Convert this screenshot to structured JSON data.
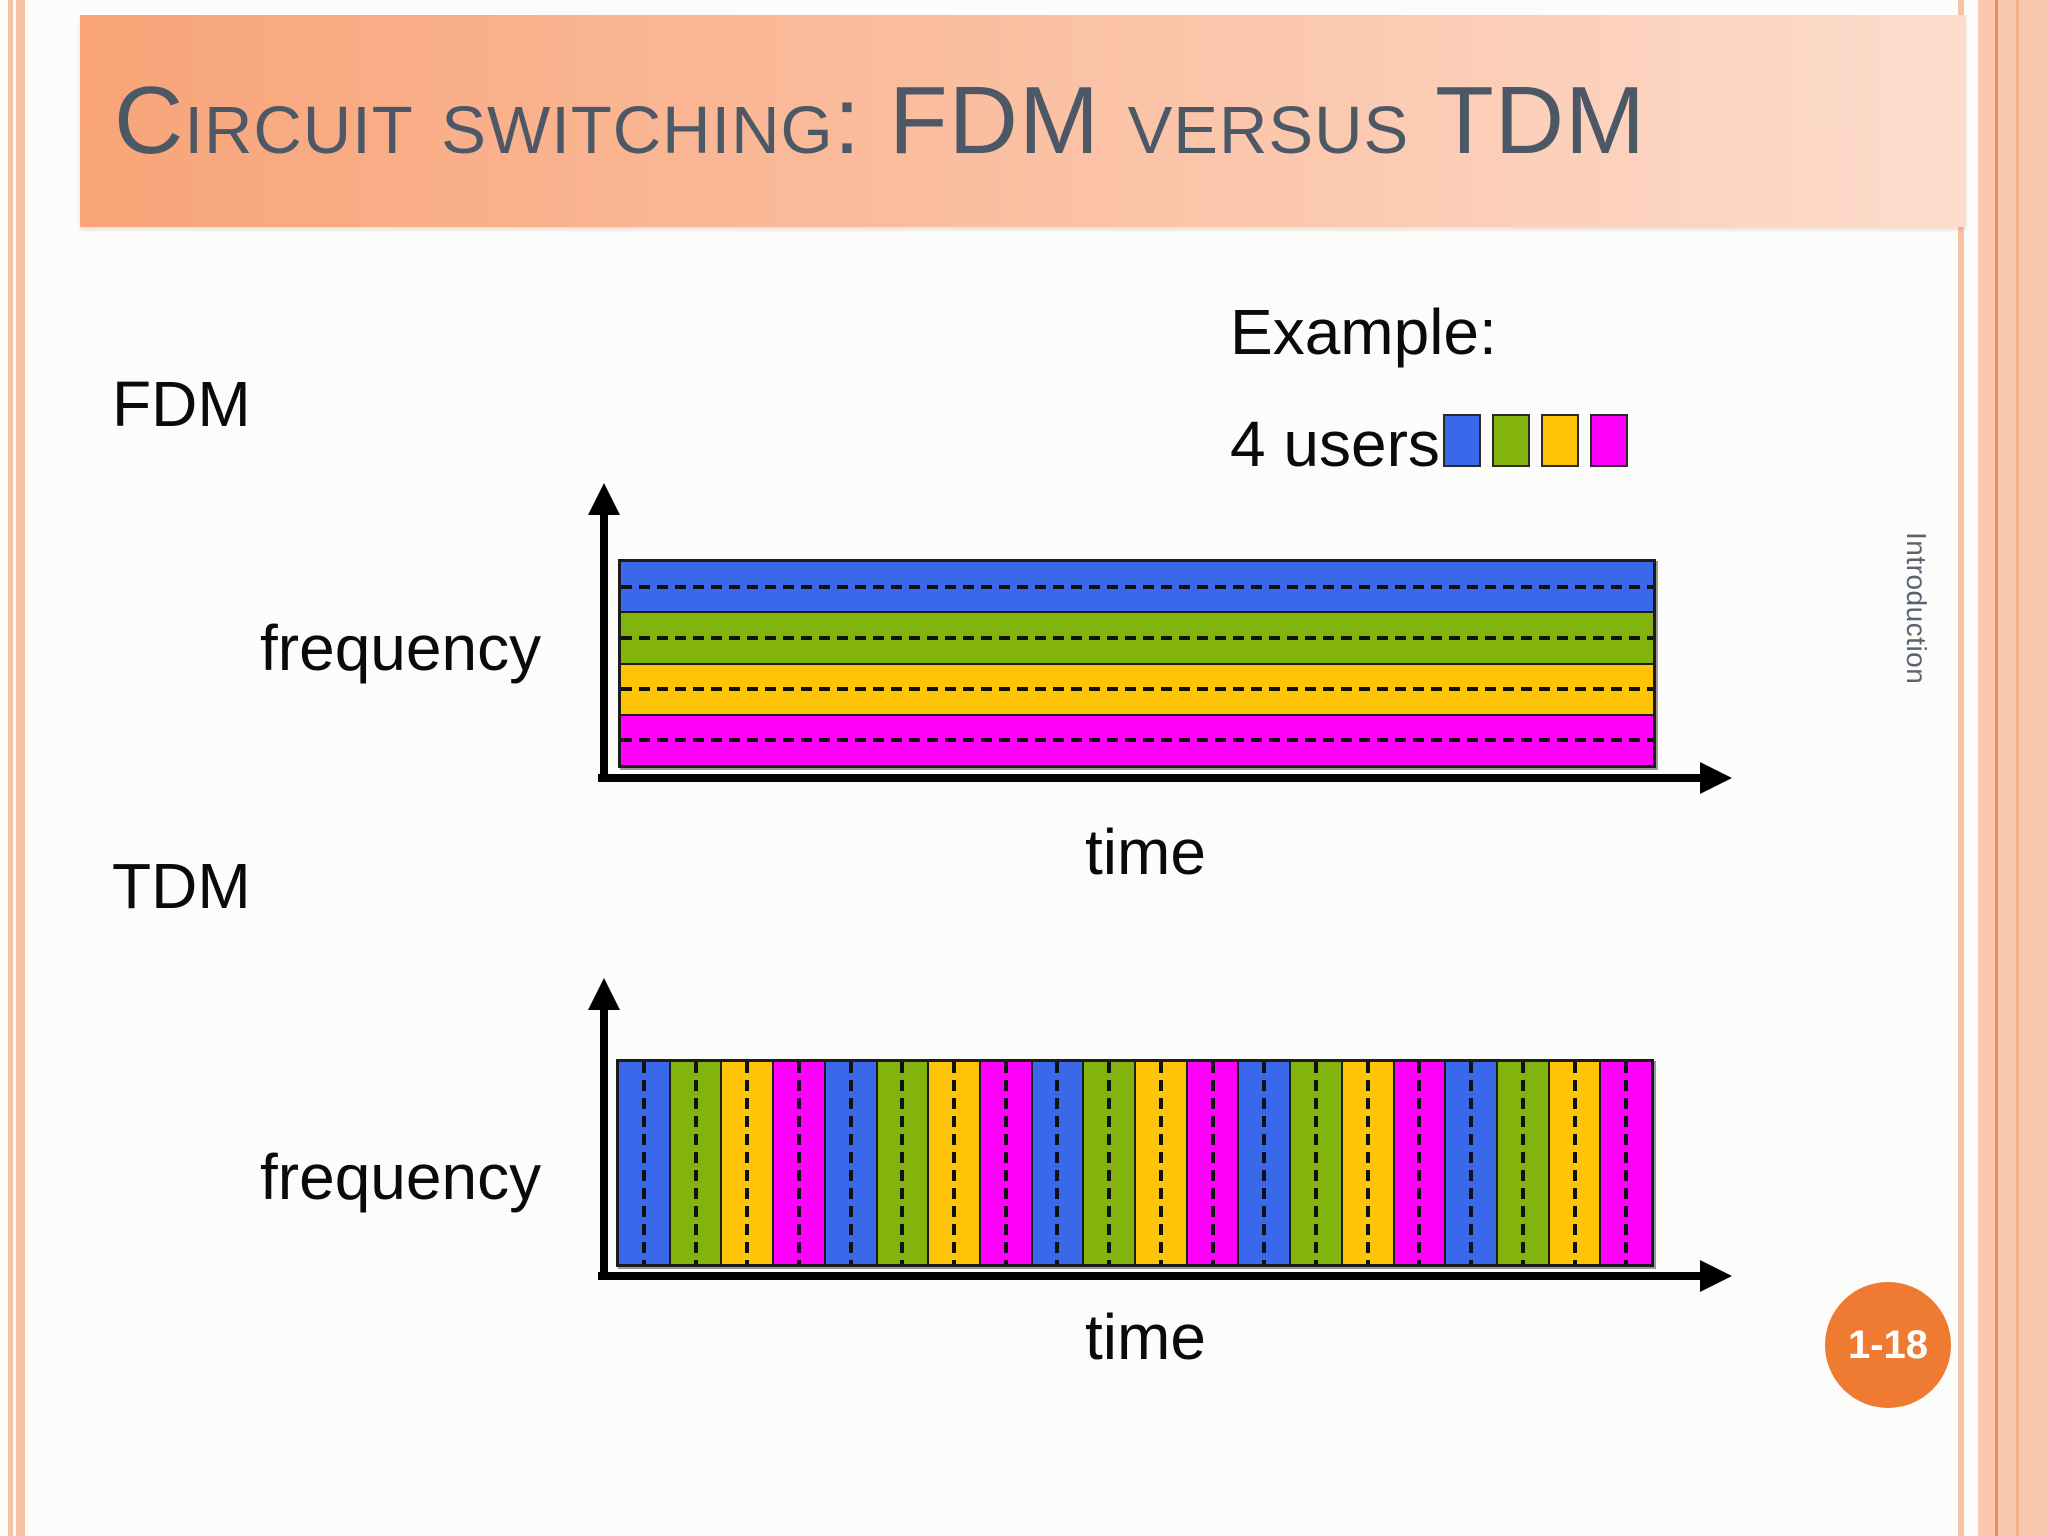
{
  "page": {
    "background": "#FCFDFA",
    "border_peach": "#F7C2A6",
    "border_peach_band": "#FAC8AC",
    "border_accent_dark": "#EE8C55",
    "border_accent_mid": "#F4B28C"
  },
  "title_bar": {
    "text": "Circuit switching: FDM versus TDM",
    "text_color": "#4D5866",
    "gradient_left": "#F8A478",
    "gradient_right": "#FDDCCD"
  },
  "example": {
    "heading": "Example:",
    "subheading": "4 users"
  },
  "colors": {
    "blue": "#3A68EA",
    "green": "#82B40D",
    "yellow": "#FFC408",
    "magenta": "#FF00FB"
  },
  "fdm": {
    "label": "FDM",
    "y_axis_label": "frequency",
    "x_axis_label": "time",
    "band_order": [
      "blue",
      "green",
      "yellow",
      "magenta"
    ]
  },
  "tdm": {
    "label": "TDM",
    "y_axis_label": "frequency",
    "x_axis_label": "time",
    "slot_count": 20,
    "slot_order": [
      "blue",
      "green",
      "yellow",
      "magenta"
    ]
  },
  "side_label": "Introduction",
  "page_badge": {
    "text": "1-18",
    "background": "#EE7B31"
  }
}
